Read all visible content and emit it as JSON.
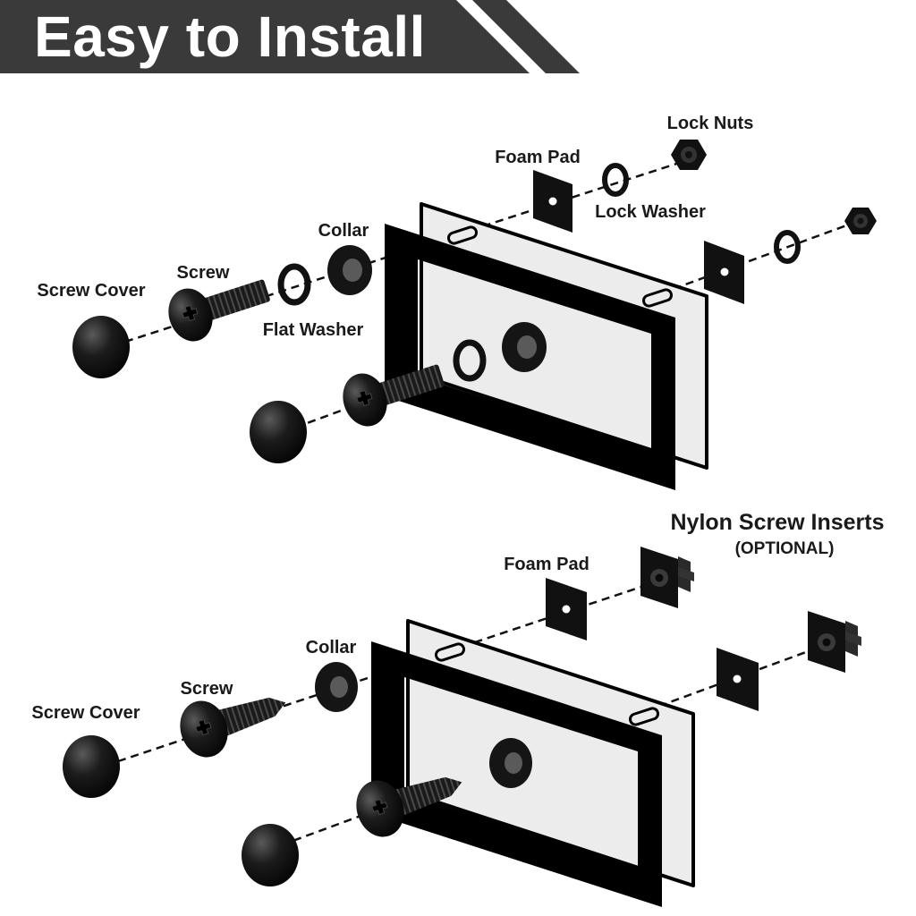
{
  "banner": {
    "title": "Easy to Install",
    "bg_color": "#3a3a3a",
    "stripe_color": "#3a3a3a",
    "text_color": "#ffffff"
  },
  "colors": {
    "hardware": "#111111",
    "frame": "#000000",
    "plate_fill": "#ececec",
    "label": "#1a1a1a",
    "guide_line": "#111111"
  },
  "diagram_top": {
    "labels": {
      "lock_nuts": "Lock Nuts",
      "foam_pad": "Foam Pad",
      "lock_washer": "Lock Washer",
      "collar": "Collar",
      "screw": "Screw",
      "screw_cover": "Screw Cover",
      "flat_washer": "Flat Washer"
    }
  },
  "diagram_bottom": {
    "labels": {
      "nylon_inserts": "Nylon Screw Inserts",
      "optional": "(OPTIONAL)",
      "foam_pad": "Foam Pad",
      "collar": "Collar",
      "screw": "Screw",
      "screw_cover": "Screw Cover"
    }
  }
}
